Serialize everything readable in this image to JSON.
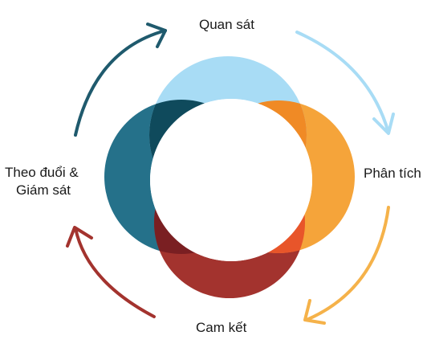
{
  "diagram": {
    "stages": {
      "top": {
        "label": "Quan sát",
        "color": "#a8dcf5"
      },
      "right": {
        "label": "Phân tích",
        "color": "#f5a43a"
      },
      "bottom": {
        "label": "Cam kết",
        "color": "#a3332e"
      },
      "left": {
        "label_line1": "Theo đuổi &",
        "label_line2": "Giám sát",
        "color": "#25718a"
      }
    },
    "center_color": "#ffffff",
    "overlap_colors": {
      "top_right": "#f08a25",
      "right_bottom": "#e8552a",
      "bottom_left": "#7a1f22",
      "left_top": "#0f4a5c"
    },
    "arrow_colors": {
      "top_to_right": "#a8dcf5",
      "right_to_bottom": "#f5b24a",
      "bottom_to_left": "#a3332e",
      "left_to_top": "#1f5a6d"
    }
  }
}
